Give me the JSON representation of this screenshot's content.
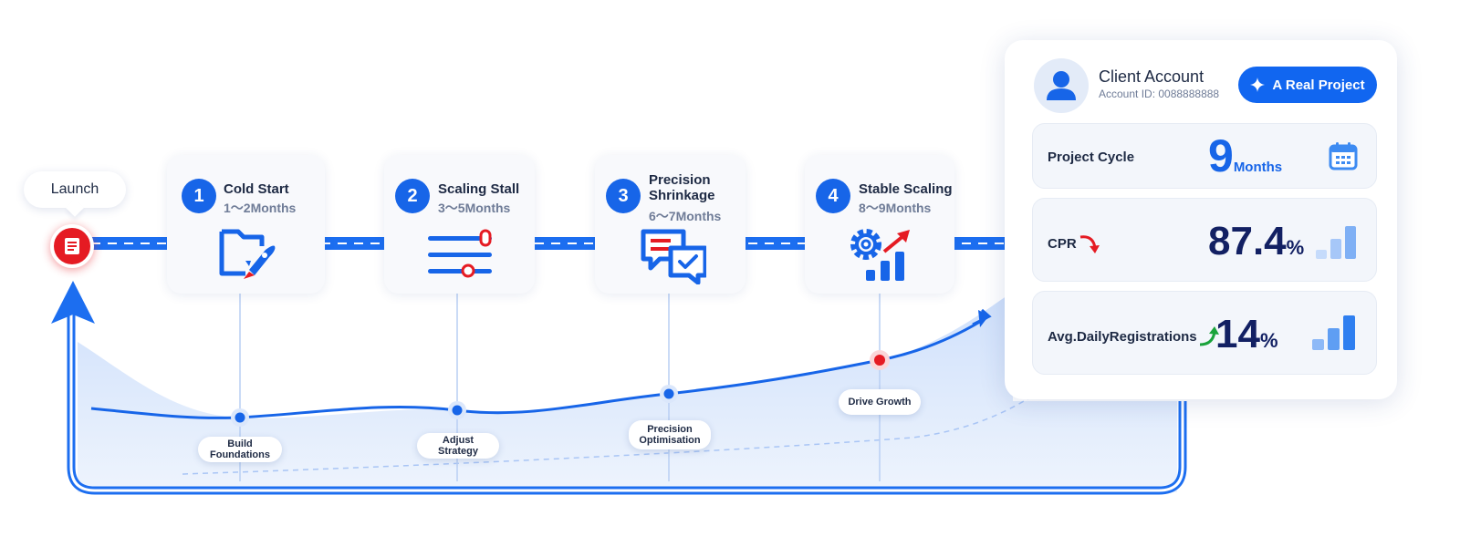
{
  "launch": {
    "label": "Launch",
    "icon": "document-icon"
  },
  "stages": [
    {
      "number": "1",
      "title": "Cold Start",
      "duration": "1～2Months",
      "icon": "folder-rocket-icon"
    },
    {
      "number": "2",
      "title": "Scaling Stall",
      "duration": "3～5Months",
      "icon": "sliders-icon"
    },
    {
      "number": "3",
      "title": "Precision\nShrinkage",
      "duration": "6～7Months",
      "icon": "chat-check-icon"
    },
    {
      "number": "4",
      "title": "Stable Scaling",
      "duration": "8～9Months",
      "icon": "gear-growth-icon"
    }
  ],
  "milestones": [
    {
      "label": "Build Foundations"
    },
    {
      "label": "Adjust Strategy"
    },
    {
      "label": "Precision\nOptimisation"
    },
    {
      "label": "Drive Growth"
    }
  ],
  "account": {
    "title": "Client Account",
    "id": "Account ID: 0088888888",
    "badge": "A Real Project",
    "project_cycle": {
      "label": "Project Cycle",
      "value": "9",
      "unit": "Months",
      "icon": "calendar-icon"
    },
    "cpr": {
      "label": "CPR",
      "value": "87.4",
      "unit": "%",
      "trend": "down",
      "icon": "bar-chart-icon"
    },
    "registrations": {
      "label": "Avg.DailyRegistrations",
      "value": "14",
      "unit": "%",
      "trend": "up",
      "icon": "bar-chart-icon"
    }
  },
  "colors": {
    "primary": "#1765e8",
    "accent_red": "#e51b23",
    "navy": "#122063",
    "text": "#1e2a44",
    "muted": "#6f7c97"
  }
}
